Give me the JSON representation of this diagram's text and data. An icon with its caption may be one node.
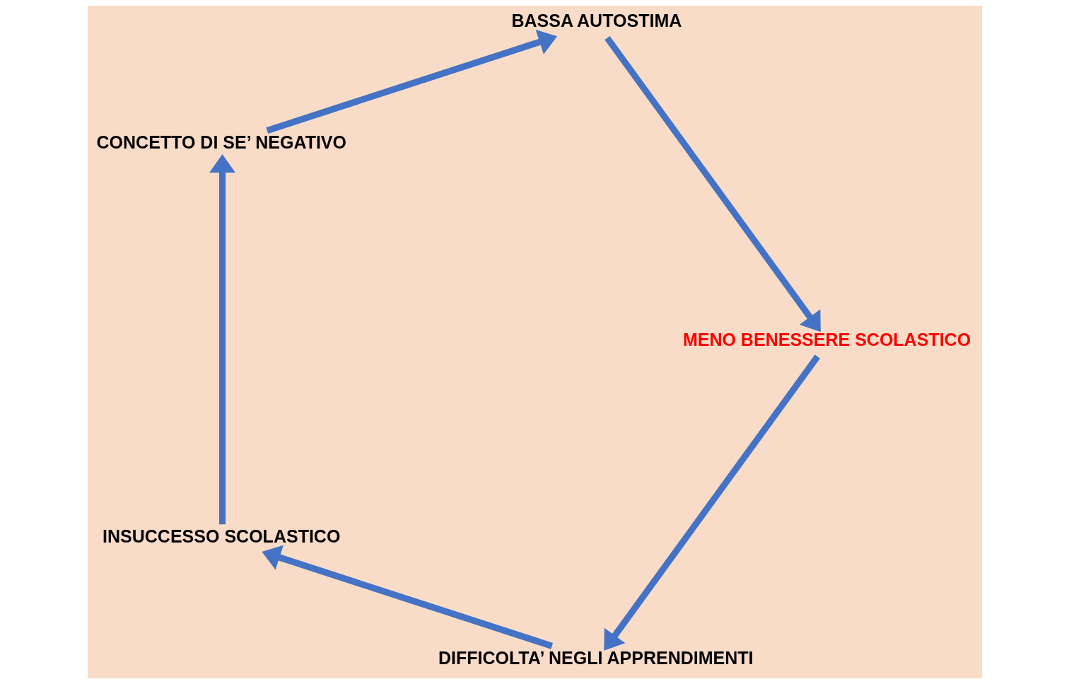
{
  "diagram": {
    "nodes": [
      {
        "text": [
          "DIFFICOLTA’ NEGLI APPRENDIMENTI"
        ]
      },
      {
        "text": [
          "INSUCCESSO SCOLASTICO"
        ]
      },
      {
        "text": [
          "CONCETTO DI SE’ NEGATIVO"
        ]
      },
      {
        "text": [
          "BASSA AUTOSTIMA"
        ]
      },
      {
        "text": [
          "MENO BENESSERE SCOLASTICO"
        ]
      }
    ],
    "edges": [
      {
        "from": 0,
        "to": 1,
        "arrow": "to"
      },
      {
        "from": 1,
        "to": 2,
        "arrow": "to"
      },
      {
        "from": 2,
        "to": 3,
        "arrow": "to"
      },
      {
        "from": 3,
        "to": 4,
        "arrow": "to"
      },
      {
        "from": 4,
        "to": 0,
        "arrow": "to"
      }
    ]
  }
}
